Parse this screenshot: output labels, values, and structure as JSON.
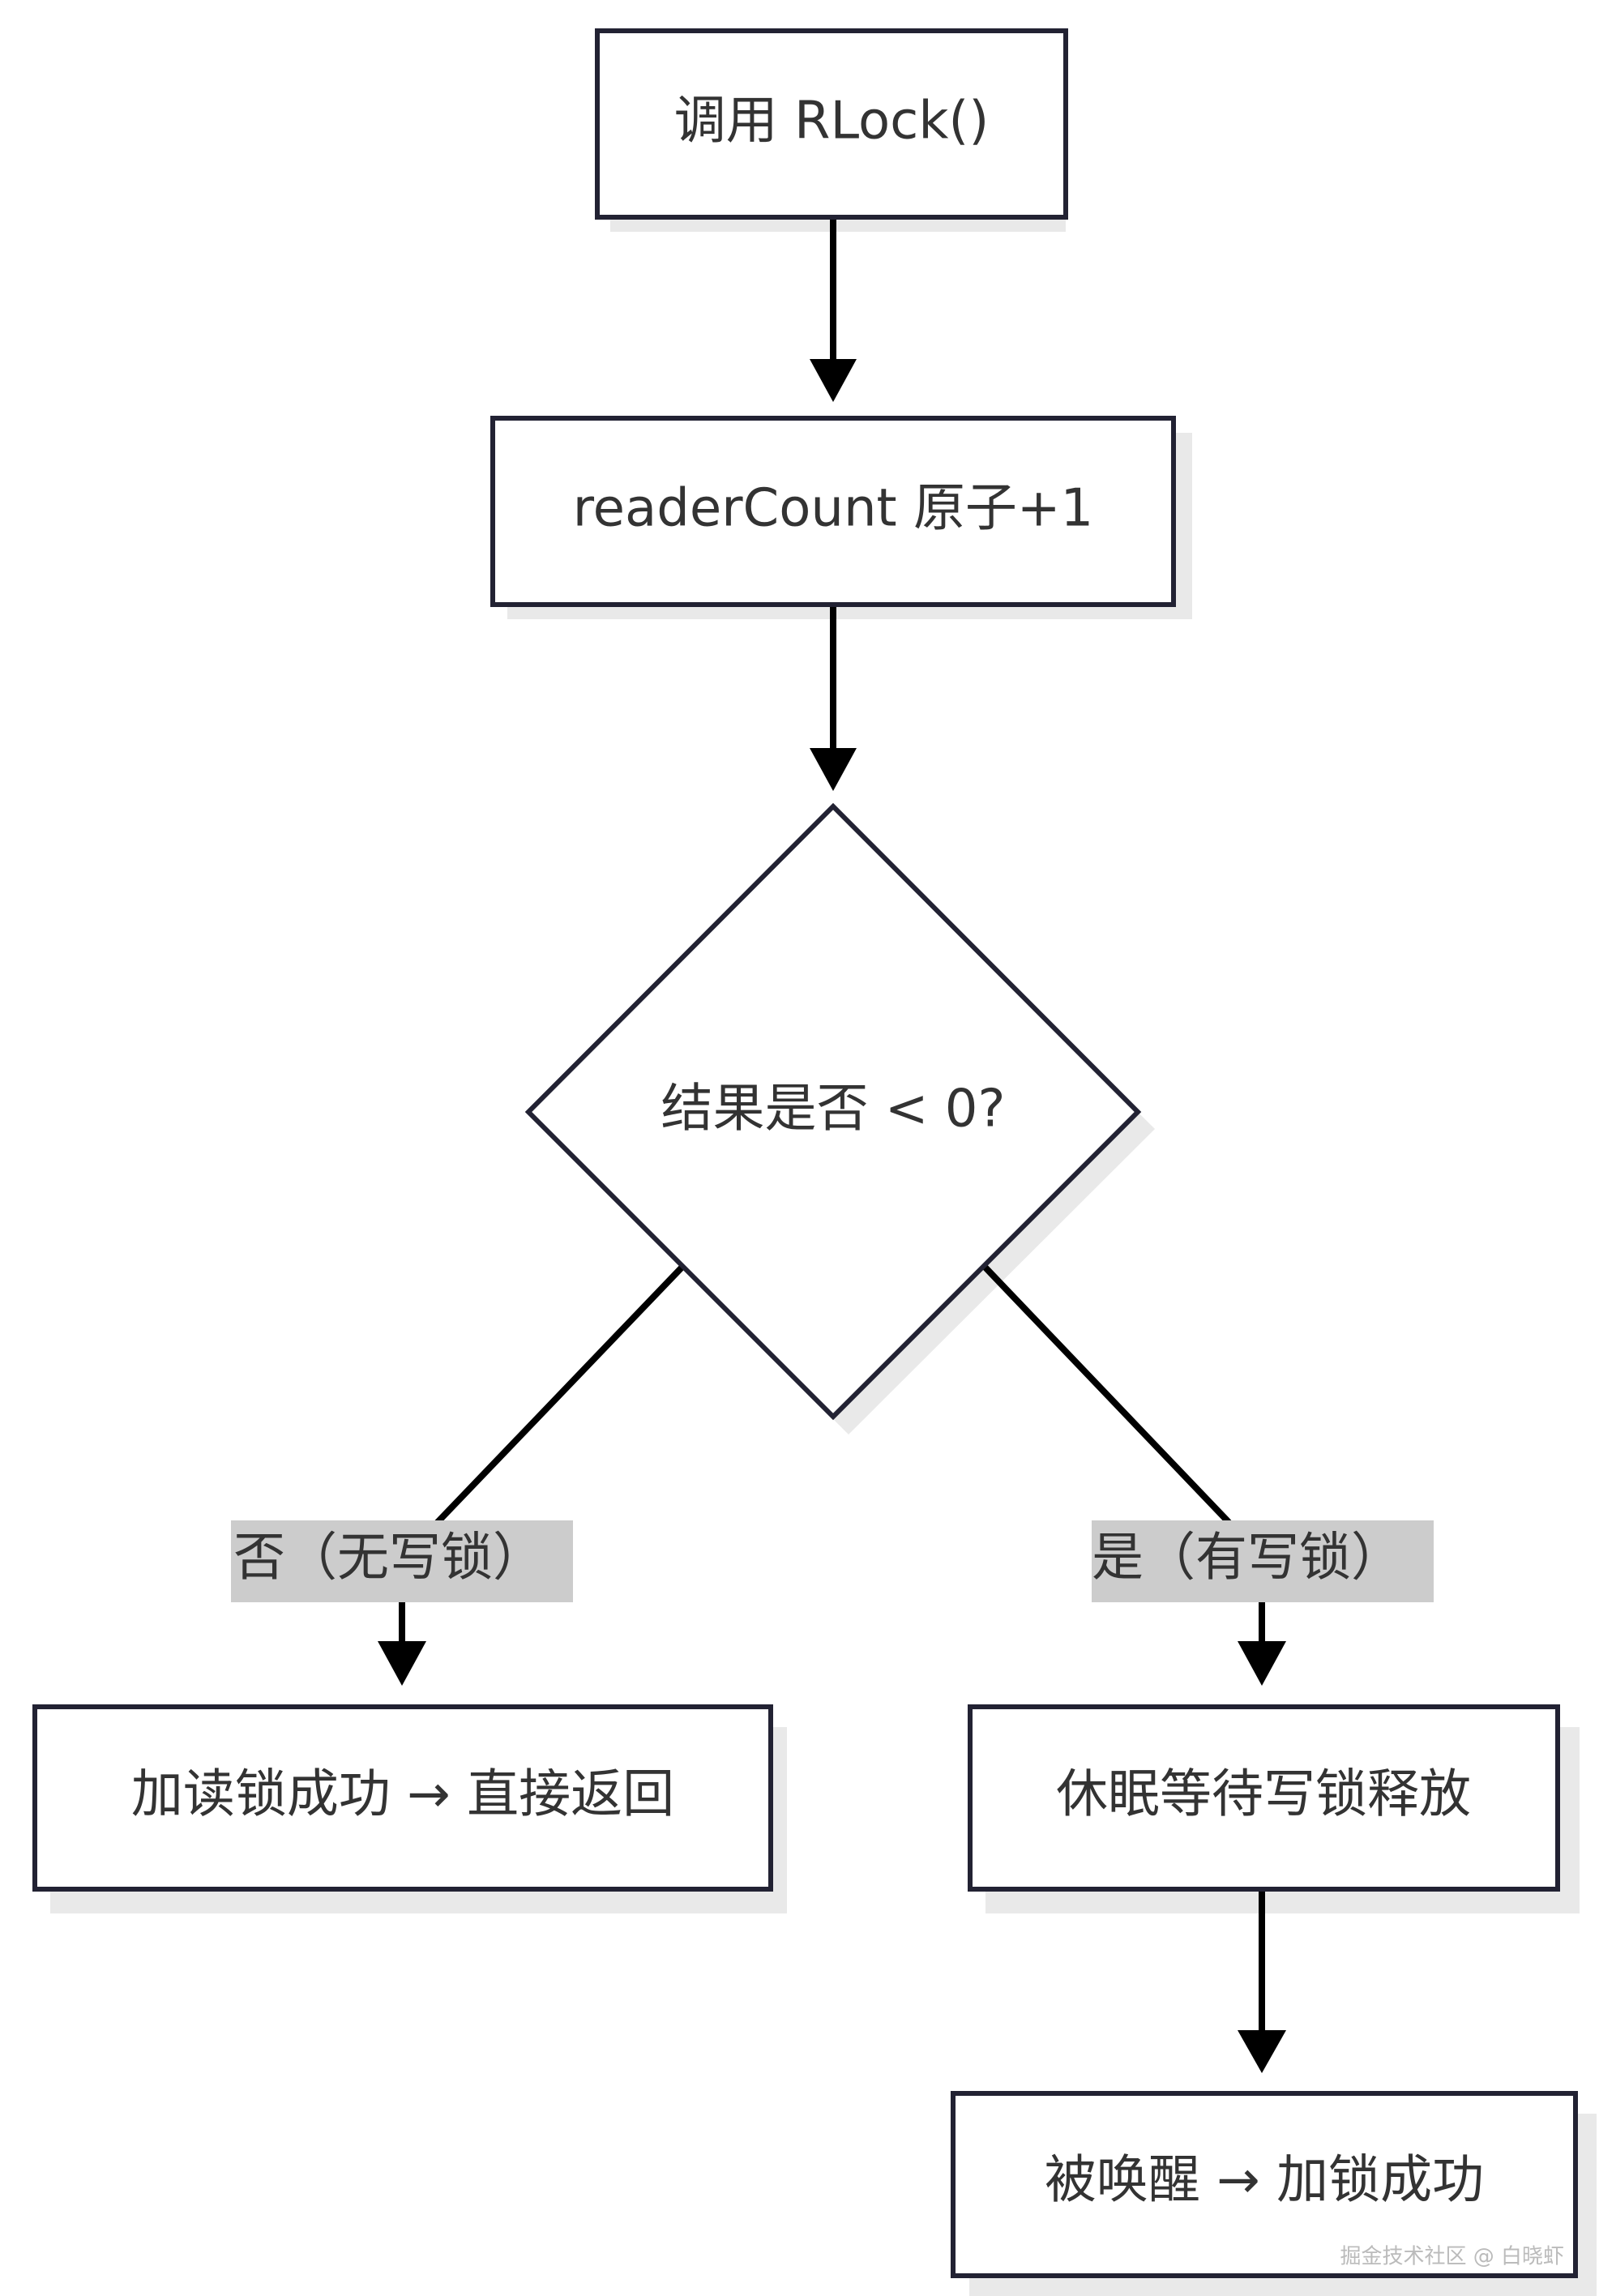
{
  "nodes": {
    "call_rlock": "调用 RLock()",
    "reader_count_inc": "readerCount 原子+1",
    "check_negative": "结果是否 < 0?",
    "read_lock_success": "加读锁成功 → 直接返回",
    "sleep_wait": "休眠等待写锁释放",
    "woken_locked": "被唤醒 → 加锁成功"
  },
  "edges": {
    "no_label": "否（无写锁）",
    "yes_label": "是（有写锁）"
  },
  "watermark": "掘金技术社区 @ 白晓虾",
  "colors": {
    "node_border": "#222233",
    "node_shadow": "#e9e9e9",
    "arrow": "#000000",
    "edge_label_bg": "#cccccc",
    "text": "#333333",
    "watermark": "#bbbbbb"
  }
}
